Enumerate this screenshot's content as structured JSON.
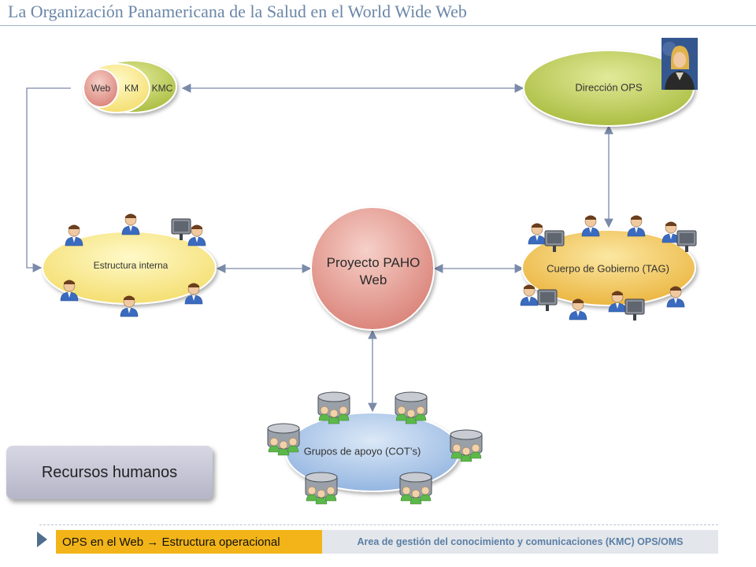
{
  "title": "La Organización Panamericana de la Salud en el World Wide Web",
  "nodes": {
    "kmc_group": {
      "web": "Web",
      "km": "KM",
      "kmc": "KMC"
    },
    "direccion": "Dirección OPS",
    "estructura": "Estructura interna",
    "proyecto": "Proyecto PAHO Web",
    "cuerpo": "Cuerpo de Gobierno (TAG)",
    "grupos": "Grupos de apoyo (COT’s)"
  },
  "recursos": "Recursos humanos",
  "footer": {
    "left": "OPS en el Web  Estructura operacional",
    "right": "Area de gestión del conocimiento y comunicaciones (KMC) OPS/OMS"
  },
  "icons": [
    "user-icon",
    "computer-icon",
    "database-icon",
    "arrow-icon",
    "portrait-photo"
  ],
  "colors": {
    "kmc_green": "#b5c85a",
    "km_yellow": "#f5d774",
    "web_pink": "#e8a79a",
    "direccion_green": "#c0cd57",
    "estructura_yellow": "#fbed92",
    "proyecto_pink": "#e0958e",
    "cuerpo_orange": "#f0c24a",
    "grupos_blue": "#a9c6e8",
    "connector": "#7a8aa8",
    "footer_orange": "#f2b418"
  }
}
